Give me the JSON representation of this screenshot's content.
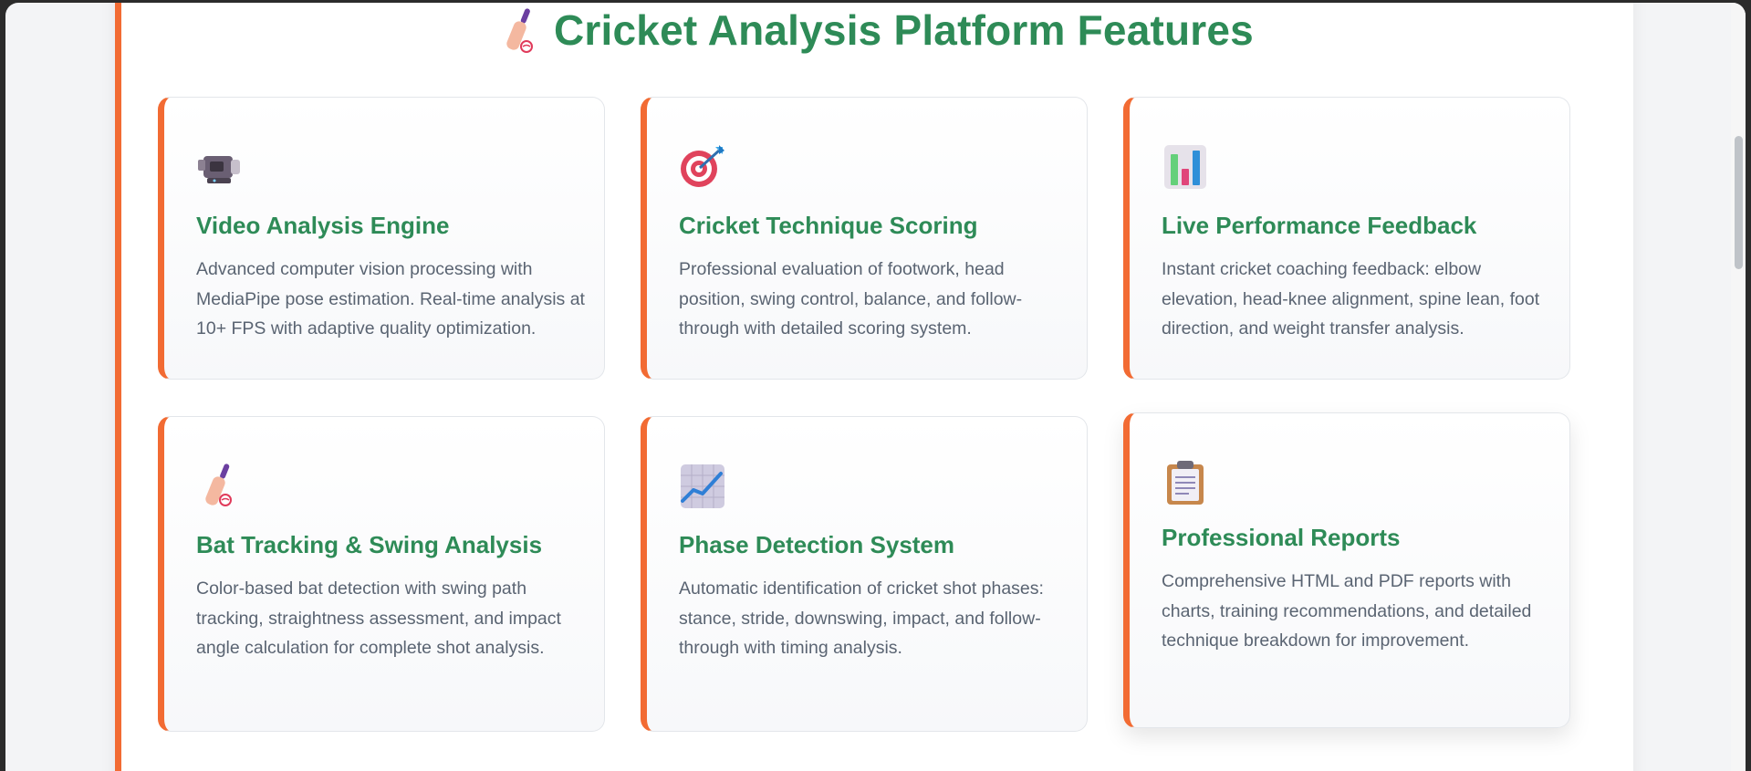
{
  "page": {
    "title": "Cricket Analysis Platform Features",
    "title_icon": "cricket-bat-icon"
  },
  "colors": {
    "accent": "#f26b33",
    "heading_green": "#2e8b57",
    "body_text": "#5a6472"
  },
  "features": [
    {
      "title": "Video Analysis Engine",
      "icon": "video-camera-icon",
      "description": "Advanced computer vision processing with MediaPipe pose estimation. Real-time analysis at 10+ FPS with adaptive quality optimization."
    },
    {
      "title": "Cricket Technique Scoring",
      "icon": "target-icon",
      "description": "Professional evaluation of footwork, head position, swing control, balance, and follow-through with detailed scoring system."
    },
    {
      "title": "Live Performance Feedback",
      "icon": "bar-chart-icon",
      "description": "Instant cricket coaching feedback: elbow elevation, head-knee alignment, spine lean, foot direction, and weight transfer analysis."
    },
    {
      "title": "Bat Tracking & Swing Analysis",
      "icon": "cricket-bat-icon",
      "description": "Color-based bat detection with swing path tracking, straightness assessment, and impact angle calculation for complete shot analysis."
    },
    {
      "title": "Phase Detection System",
      "icon": "trend-chart-icon",
      "description": "Automatic identification of cricket shot phases: stance, stride, downswing, impact, and follow-through with timing analysis."
    },
    {
      "title": "Professional Reports",
      "icon": "clipboard-icon",
      "description": "Comprehensive HTML and PDF reports with charts, training recommendations, and detailed technique breakdown for improvement."
    }
  ]
}
